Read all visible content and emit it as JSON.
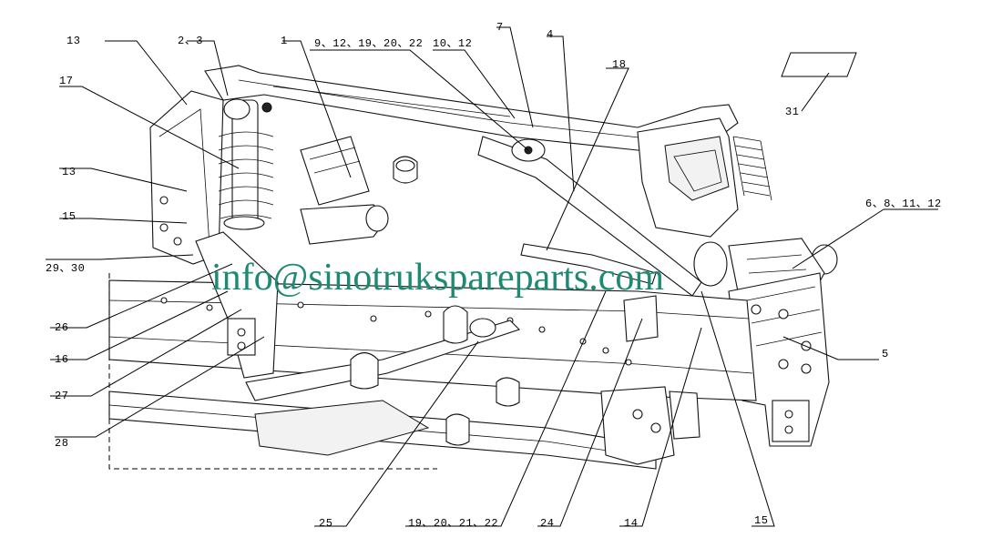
{
  "diagram": {
    "callouts": [
      "13",
      "2、3",
      "1",
      "9、12、19、20、22",
      "10、12",
      "7",
      "4",
      "18",
      "17",
      "31",
      "13",
      "15",
      "6、8、11、12",
      "29、30",
      "26",
      "16",
      "5",
      "27",
      "28",
      "25",
      "19、20、21、22",
      "24",
      "14",
      "15"
    ],
    "watermark": "info@sinotrukspareparts.com"
  }
}
